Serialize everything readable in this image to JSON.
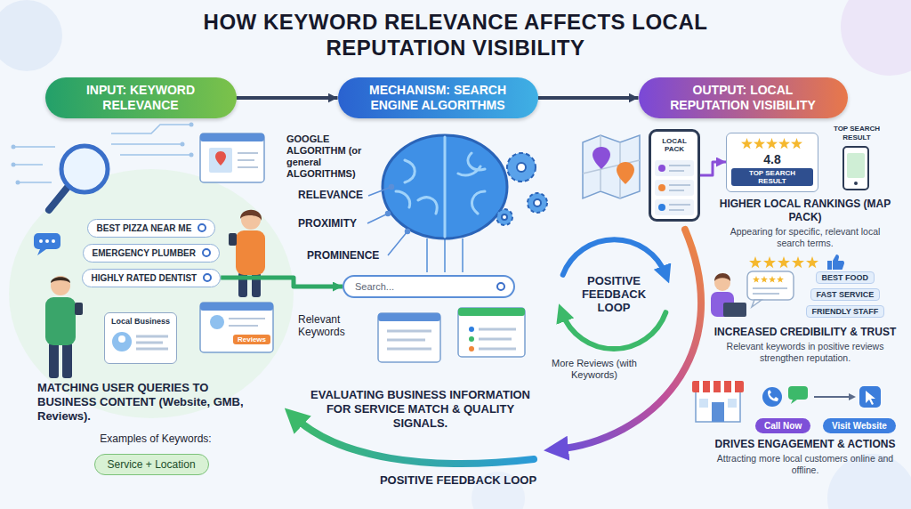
{
  "diagram": {
    "title": "HOW KEYWORD RELEVANCE AFFECTS LOCAL REPUTATION VISIBILITY",
    "nodes": [
      {
        "text": [
          "INPUT: KEYWORD RELEVANCE"
        ]
      },
      {
        "text": [
          "MECHANISM: SEARCH ENGINE ALGORITHMS"
        ]
      },
      {
        "text": [
          "OUTPUT: LOCAL REPUTATION VISIBILITY"
        ]
      },
      {
        "text": [
          "BEST PIZZA NEAR ME"
        ]
      },
      {
        "text": [
          "EMERGENCY PLUMBER"
        ]
      },
      {
        "text": [
          "HIGHLY RATED DENTIST"
        ]
      },
      {
        "text": [
          "Local Business"
        ]
      },
      {
        "text": [
          "Service + Location"
        ]
      },
      {
        "text": [
          "Search..."
        ]
      },
      {
        "text": [
          "POSITIVE FEEDBACK LOOP"
        ]
      },
      {
        "text": [
          "LOCAL PACK"
        ]
      },
      {
        "text": [
          "4.8",
          "TOP SEARCH RESULT"
        ]
      },
      {
        "text": [
          "BEST FOOD"
        ]
      },
      {
        "text": [
          "FAST SERVICE"
        ]
      },
      {
        "text": [
          "FRIENDLY STAFF"
        ]
      },
      {
        "text": [
          "Call Now"
        ]
      },
      {
        "text": [
          "Visit Website"
        ]
      }
    ],
    "edges": [
      {
        "from": 0,
        "to": 1,
        "arrow": "to"
      },
      {
        "from": 1,
        "to": 2,
        "arrow": "to"
      },
      {
        "from": 5,
        "to": 8,
        "arrow": "to"
      },
      {
        "from": 10,
        "to": 11,
        "arrow": "to"
      }
    ],
    "labels": [
      "GOOGLE ALGORITHM (or general ALGORITHMS)",
      "RELEVANCE",
      "PROXIMITY",
      "PROMINENCE",
      "Relevant Keywords",
      "Reviews",
      "MATCHING USER QUERIES TO BUSINESS CONTENT (Website, GMB, Reviews).",
      "Examples of Keywords:",
      "EVALUATING BUSINESS INFORMATION FOR SERVICE MATCH & QUALITY SIGNALS.",
      "More Reviews (with Keywords)",
      "POSITIVE FEEDBACK LOOP",
      "TOP SEARCH RESULT",
      "HIGHER LOCAL RANKINGS (MAP PACK)",
      "Appearing for specific, relevant local search terms.",
      "INCREASED CREDIBILITY & TRUST",
      "Relevant keywords in positive reviews strengthen reputation.",
      "DRIVES ENGAGEMENT & ACTIONS",
      "Attracting more local customers online and offline."
    ]
  }
}
